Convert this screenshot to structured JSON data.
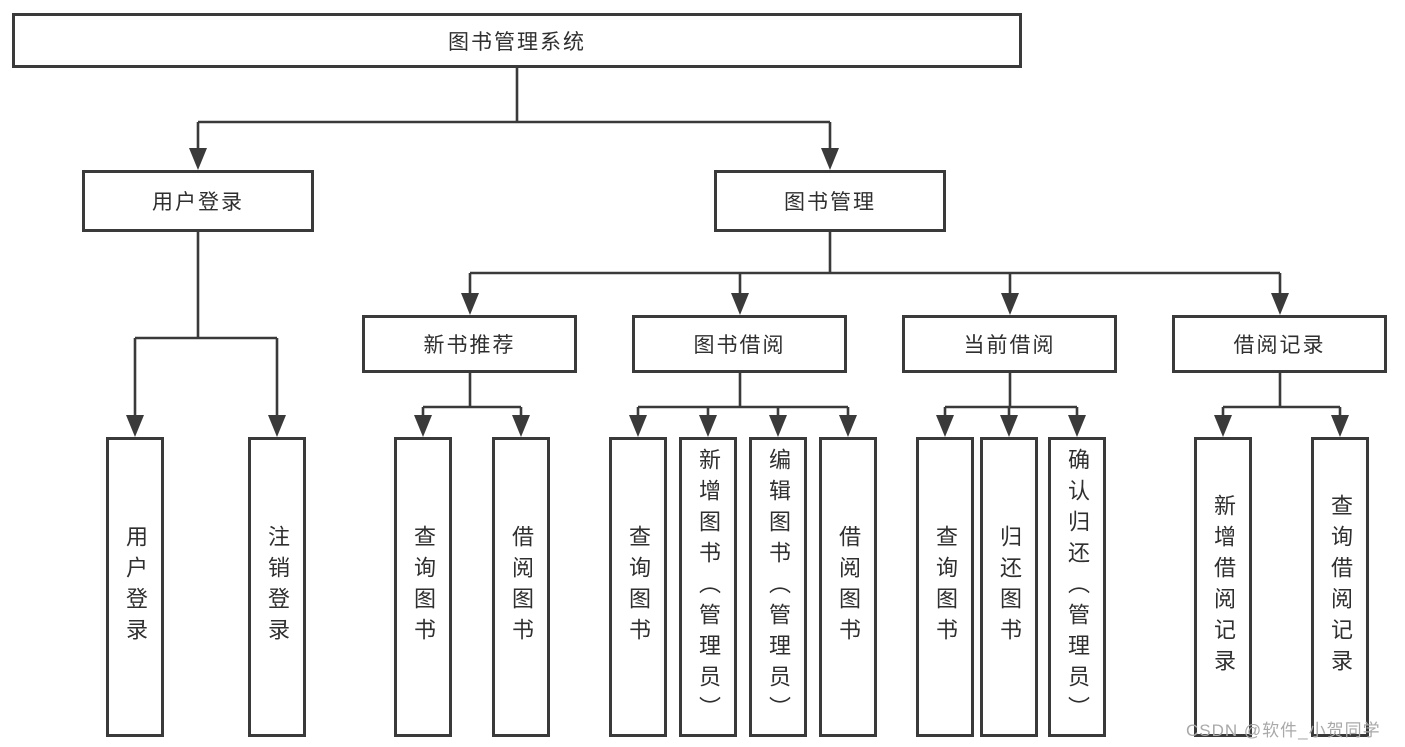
{
  "nodes": {
    "root": "图书管理系统",
    "l2": [
      "用户登录",
      "图书管理"
    ],
    "l3": [
      "新书推荐",
      "图书借阅",
      "当前借阅",
      "借阅记录"
    ],
    "g1": [
      "用户登录",
      "注销登录"
    ],
    "g2": [
      "查询图书",
      "借阅图书"
    ],
    "g3": [
      "查询图书",
      "新增图书（管理员）",
      "编辑图书（管理员）",
      "借阅图书"
    ],
    "g4": [
      "查询图书",
      "归还图书",
      "确认归还（管理员）"
    ],
    "g5": [
      "新增借阅记录",
      "查询借阅记录"
    ]
  },
  "watermark": "CSDN @软件_小贺同学",
  "colors": {
    "line": "#3a3a3a",
    "text": "#2f2f2f",
    "watermark": "#a9a9a9",
    "background": "#ffffff"
  }
}
